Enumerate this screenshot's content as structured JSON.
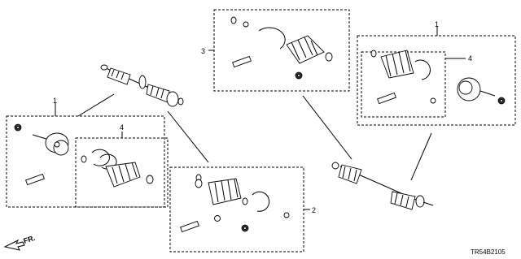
{
  "callouts": {
    "box_left_main": "1",
    "box_left_sub": "4",
    "box_center_bottom": "2",
    "box_center_top": "3",
    "box_right_main": "1",
    "box_right_sub": "4"
  },
  "direction_indicator": "FR.",
  "diagram_code": "TR54B2105"
}
